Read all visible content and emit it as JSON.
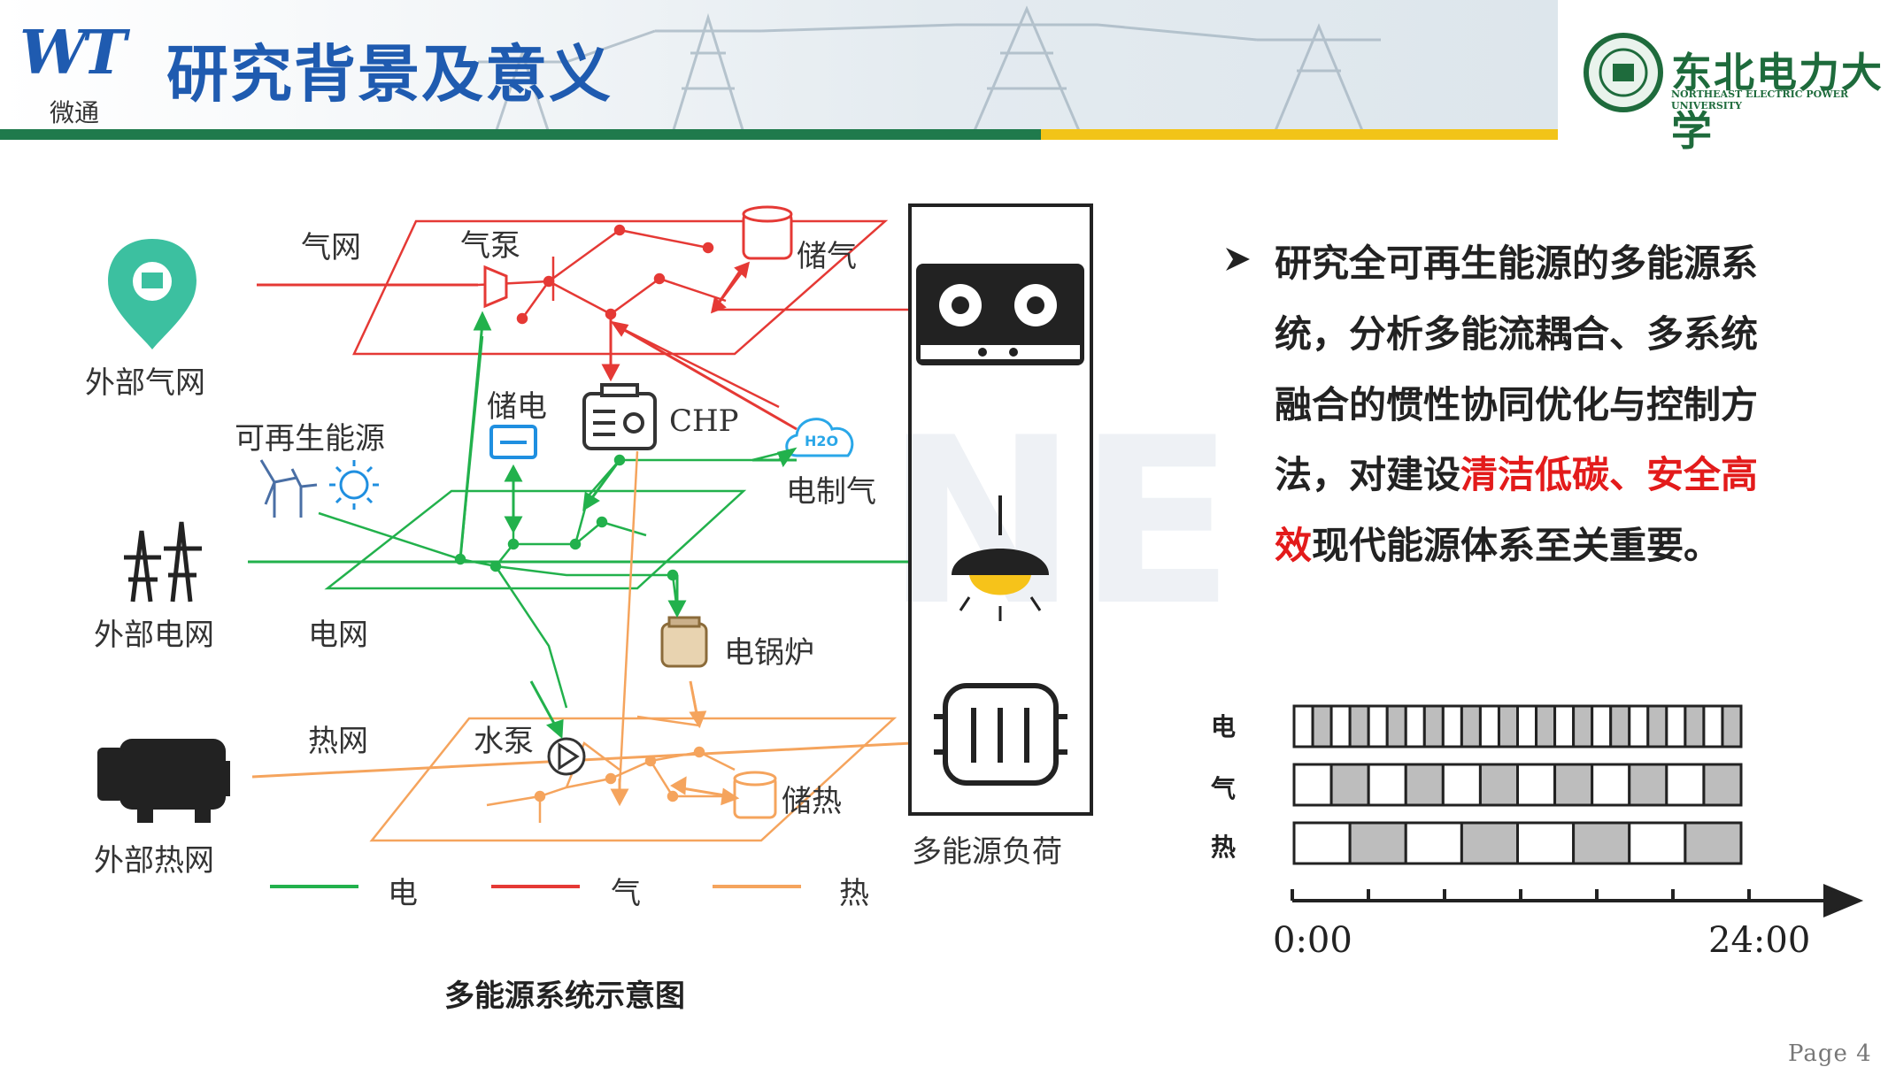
{
  "header": {
    "logo_text": "WT",
    "logo_sub": "微通",
    "title": "研究背景及意义",
    "university_cn": "东北电力大学",
    "university_en": "NORTHEAST ELECTRIC POWER UNIVERSITY"
  },
  "diagram": {
    "sources": [
      "外部气网",
      "外部电网",
      "外部热网"
    ],
    "networks": [
      "气网",
      "电网",
      "热网"
    ],
    "devices": {
      "gas_pump": "气泵",
      "gas_storage": "储气",
      "power_storage": "储电",
      "chp": "CHP",
      "p2g": "电制气",
      "renewable": "可再生能源",
      "electric_boiler": "电锅炉",
      "water_pump": "水泵",
      "heat_storage": "储热",
      "load": "多能源负荷",
      "h2o_badge": "H2O"
    },
    "legend": [
      "电",
      "气",
      "热"
    ],
    "caption": "多能源系统示意图"
  },
  "bullet": {
    "part1": "研究全可再生能源的多能源系统，分析多能流耦合、多系统融合的惯性协同优化与控制方法，对建设",
    "highlight": "清洁低碳、安全高效",
    "part2": "现代能源体系至关重要。"
  },
  "timeline": {
    "rows": [
      {
        "label": "电",
        "cells": 24
      },
      {
        "label": "气",
        "cells": 12
      },
      {
        "label": "热",
        "cells": 8
      }
    ],
    "start": "0:00",
    "end": "24:00"
  },
  "colors": {
    "elec": "#22b14c",
    "gas": "#e53935",
    "heat": "#f5a45d",
    "title": "#1f5bb0",
    "highlight": "#e31b1b"
  },
  "footer": {
    "page": "Page 4"
  }
}
